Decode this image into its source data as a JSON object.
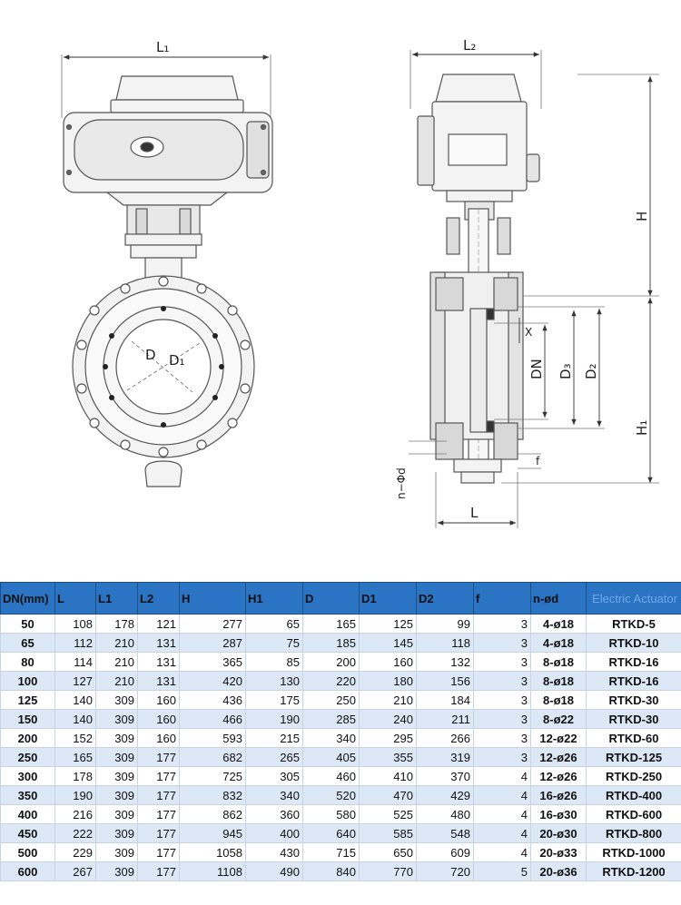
{
  "drawing": {
    "labels": {
      "l1": "L₁",
      "l2": "L₂",
      "h": "H",
      "h1": "H₁",
      "d": "D",
      "d1": "D₁",
      "dn": "DN",
      "d2": "D₂",
      "d3": "D₃",
      "x": "X",
      "f": "f",
      "l": "L",
      "nod": "n−Φd"
    },
    "colors": {
      "line": "#555555",
      "fill": "#f2f2f2",
      "dark": "#222222"
    }
  },
  "table": {
    "headers": [
      "DN(mm)",
      "L",
      "L1",
      "L2",
      "H",
      "H1",
      "D",
      "D1",
      "D2",
      "f",
      "n-ød",
      "Electric Actuator"
    ],
    "rows": [
      [
        "50",
        "108",
        "178",
        "121",
        "277",
        "65",
        "165",
        "125",
        "99",
        "3",
        "4-ø18",
        "RTKD-5"
      ],
      [
        "65",
        "112",
        "210",
        "131",
        "287",
        "75",
        "185",
        "145",
        "118",
        "3",
        "4-ø18",
        "RTKD-10"
      ],
      [
        "80",
        "114",
        "210",
        "131",
        "365",
        "85",
        "200",
        "160",
        "132",
        "3",
        "8-ø18",
        "RTKD-16"
      ],
      [
        "100",
        "127",
        "210",
        "131",
        "420",
        "130",
        "220",
        "180",
        "156",
        "3",
        "8-ø18",
        "RTKD-16"
      ],
      [
        "125",
        "140",
        "309",
        "160",
        "436",
        "175",
        "250",
        "210",
        "184",
        "3",
        "8-ø18",
        "RTKD-30"
      ],
      [
        "150",
        "140",
        "309",
        "160",
        "466",
        "190",
        "285",
        "240",
        "211",
        "3",
        "8-ø22",
        "RTKD-30"
      ],
      [
        "200",
        "152",
        "309",
        "160",
        "593",
        "215",
        "340",
        "295",
        "266",
        "3",
        "12-ø22",
        "RTKD-60"
      ],
      [
        "250",
        "165",
        "309",
        "177",
        "682",
        "265",
        "405",
        "355",
        "319",
        "3",
        "12-ø26",
        "RTKD-125"
      ],
      [
        "300",
        "178",
        "309",
        "177",
        "725",
        "305",
        "460",
        "410",
        "370",
        "4",
        "12-ø26",
        "RTKD-250"
      ],
      [
        "350",
        "190",
        "309",
        "177",
        "832",
        "340",
        "520",
        "470",
        "429",
        "4",
        "16-ø26",
        "RTKD-400"
      ],
      [
        "400",
        "216",
        "309",
        "177",
        "862",
        "360",
        "580",
        "525",
        "480",
        "4",
        "16-ø30",
        "RTKD-600"
      ],
      [
        "450",
        "222",
        "309",
        "177",
        "945",
        "400",
        "640",
        "585",
        "548",
        "4",
        "20-ø30",
        "RTKD-800"
      ],
      [
        "500",
        "229",
        "309",
        "177",
        "1058",
        "430",
        "715",
        "650",
        "609",
        "4",
        "20-ø33",
        "RTKD-1000"
      ],
      [
        "600",
        "267",
        "309",
        "177",
        "1108",
        "490",
        "840",
        "770",
        "720",
        "5",
        "20-ø36",
        "RTKD-1200"
      ]
    ]
  }
}
